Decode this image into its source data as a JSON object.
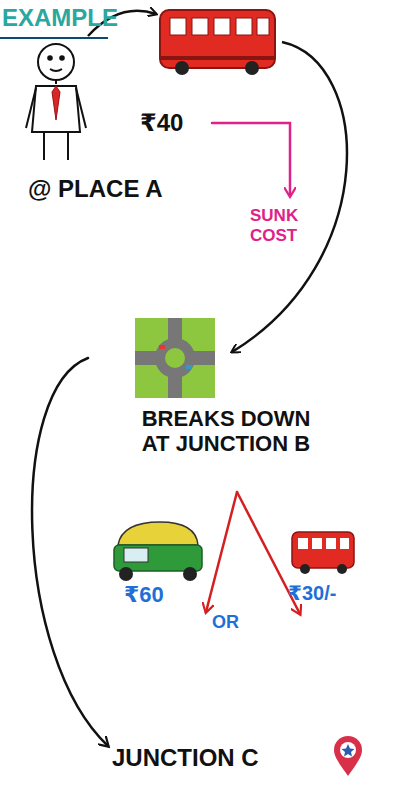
{
  "diagram": {
    "title": "EXAMPLE",
    "nodes": [
      {
        "text": [
          "@ PLACE A"
        ]
      },
      {
        "text": [
          "₹40"
        ]
      },
      {
        "text": [
          "SUNK COST"
        ]
      },
      {
        "text": [
          "BREAKS DOWN AT JUNCTION B"
        ]
      },
      {
        "text": [
          "₹60"
        ]
      },
      {
        "text": [
          "₹30/-"
        ]
      },
      {
        "text": [
          "JUNCTION C"
        ]
      }
    ],
    "edges": [
      {
        "from": 1,
        "to": 2,
        "arrow": "to"
      },
      {
        "from": 3,
        "to": 4,
        "arrow": "to"
      },
      {
        "from": 3,
        "to": 5,
        "arrow": "to"
      },
      {
        "from": 3,
        "to": 6,
        "arrow": "to"
      }
    ],
    "labels": [
      "OR"
    ]
  }
}
